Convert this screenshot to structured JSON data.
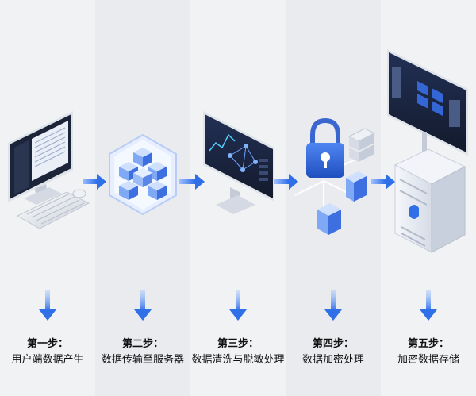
{
  "colors": {
    "accent": "#2f6fe8",
    "arrow": "#3b7cf0",
    "screen_dark": "#1b2438",
    "cube_light": "#cfe0ff",
    "cube_mid": "#7fa8f5",
    "cube_dark": "#3d6fe0"
  },
  "steps": [
    {
      "label": "第一步：",
      "title": "用户端数据产生",
      "icon": "desktop-computer-icon"
    },
    {
      "label": "第二步：",
      "title": "数据传输至服务器",
      "icon": "data-cubes-icon"
    },
    {
      "label": "第三步：",
      "title": "数据清洗与脱敏处理",
      "icon": "analytics-monitor-icon"
    },
    {
      "label": "第四步：",
      "title": "数据加密处理",
      "icon": "padlock-encryption-icon"
    },
    {
      "label": "第五步：",
      "title": "加密数据存储",
      "icon": "server-storage-icon"
    }
  ]
}
